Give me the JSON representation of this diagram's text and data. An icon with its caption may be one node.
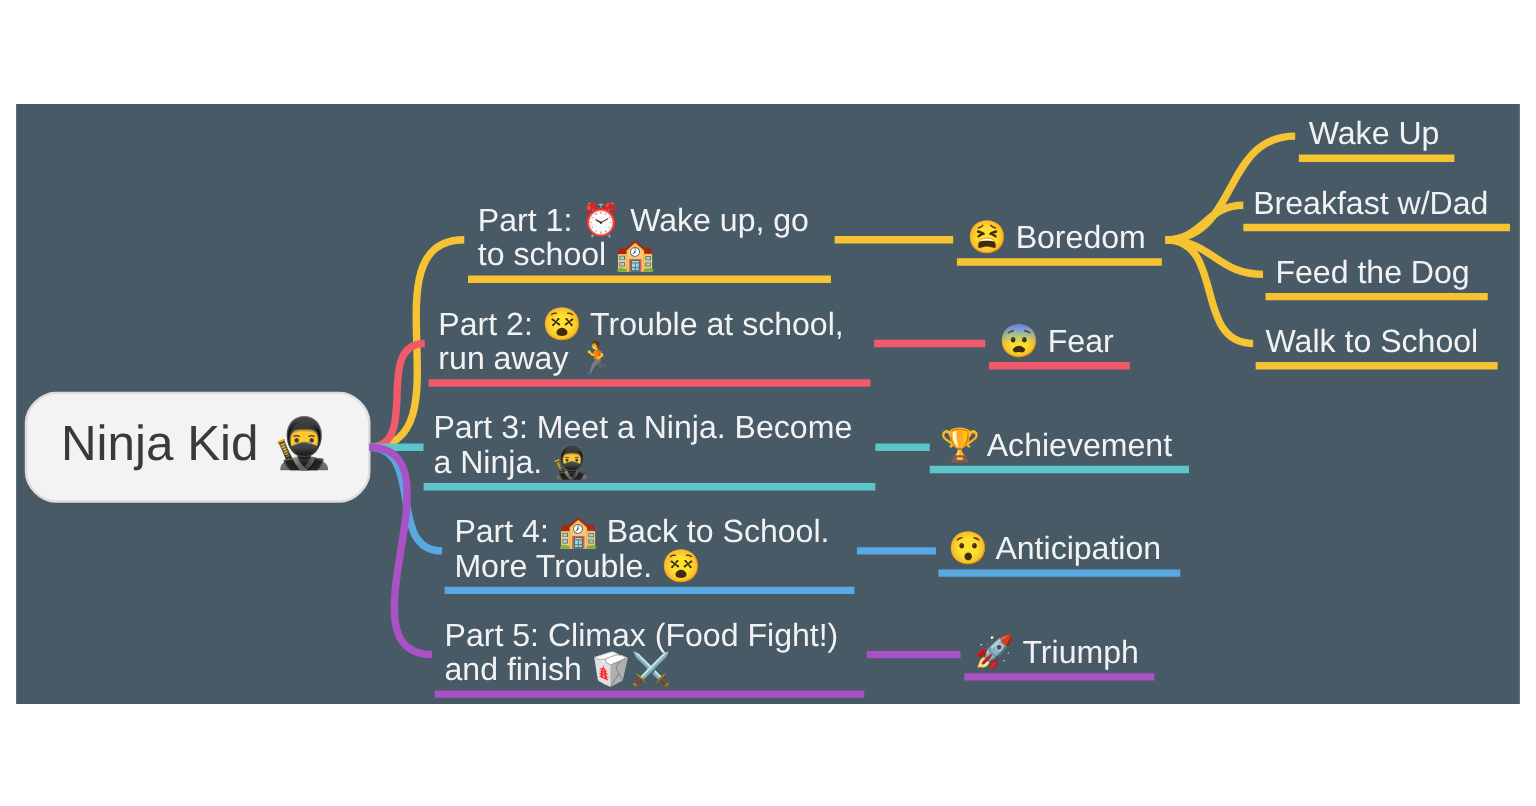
{
  "diagram": {
    "nodes": [
      {
        "text": [
          "Ninja Kid 🥷"
        ]
      },
      {
        "text": [
          "Part 1: ⏰ Wake up, go to school 🏫"
        ]
      },
      {
        "text": [
          "😫 Boredom"
        ]
      },
      {
        "text": [
          "Wake Up"
        ]
      },
      {
        "text": [
          "Breakfast w/Dad"
        ]
      },
      {
        "text": [
          "Feed the Dog"
        ]
      },
      {
        "text": [
          "Walk to School"
        ]
      },
      {
        "text": [
          "Part 2: 😵 Trouble at school, run away 🏃"
        ]
      },
      {
        "text": [
          "😨 Fear"
        ]
      },
      {
        "text": [
          "Part 3: Meet a Ninja. Become a Ninja. 🥷"
        ]
      },
      {
        "text": [
          "🏆 Achievement"
        ]
      },
      {
        "text": [
          "Part 4: 🏫 Back to School. More Trouble. 😵"
        ]
      },
      {
        "text": [
          "😯 Anticipation"
        ]
      },
      {
        "text": [
          "Part 5: Climax (Food Fight!) and finish 🥡⚔️"
        ]
      },
      {
        "text": [
          "🚀 Triumph"
        ]
      }
    ],
    "edges": [
      {
        "from": 0,
        "to": 1,
        "arrow": "none"
      },
      {
        "from": 1,
        "to": 2,
        "arrow": "none"
      },
      {
        "from": 2,
        "to": 3,
        "arrow": "none"
      },
      {
        "from": 2,
        "to": 4,
        "arrow": "none"
      },
      {
        "from": 2,
        "to": 5,
        "arrow": "none"
      },
      {
        "from": 2,
        "to": 6,
        "arrow": "none"
      },
      {
        "from": 0,
        "to": 7,
        "arrow": "none",
        "color": "#f05a6a"
      },
      {
        "from": 7,
        "to": 8,
        "arrow": "none",
        "color": "#f05a6a"
      },
      {
        "from": 0,
        "to": 9,
        "arrow": "none",
        "color": "#5cc6ca"
      },
      {
        "from": 9,
        "to": 10,
        "arrow": "none",
        "color": "#5cc6ca"
      },
      {
        "from": 0,
        "to": 11,
        "arrow": "none",
        "color": "#5aa8e2"
      },
      {
        "from": 11,
        "to": 12,
        "arrow": "none",
        "color": "#5aa8e2"
      },
      {
        "from": 0,
        "to": 13,
        "arrow": "none",
        "color": "#a852c6"
      },
      {
        "from": 13,
        "to": 14,
        "arrow": "none",
        "color": "#a852c6"
      }
    ]
  }
}
